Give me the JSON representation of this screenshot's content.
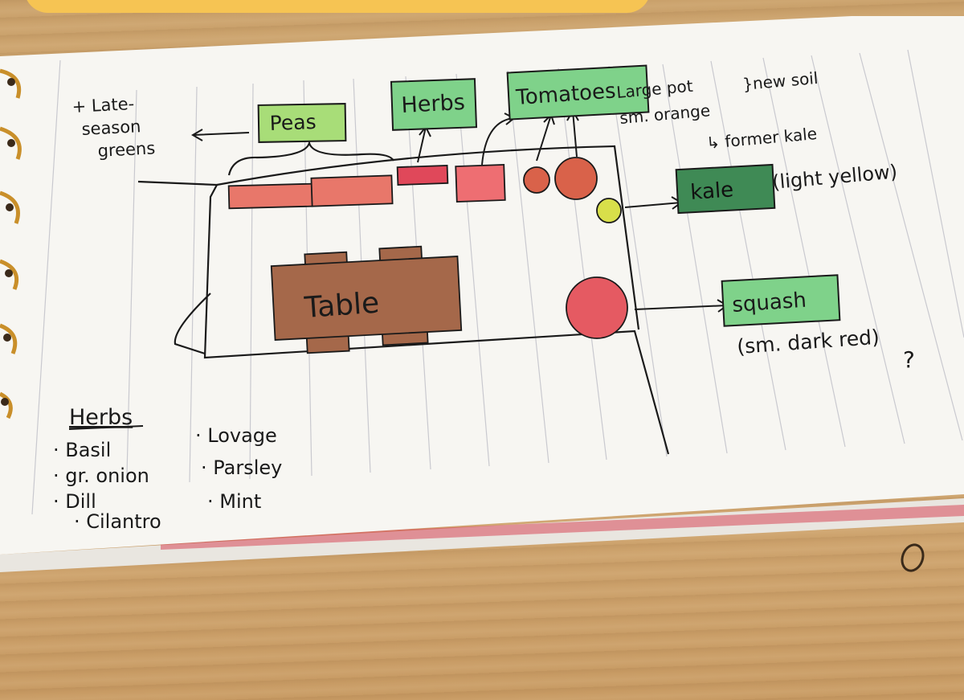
{
  "diagram": {
    "labels": {
      "late_season_line1": "+ Late-",
      "late_season_line2": "season",
      "late_season_line3": "greens",
      "peas": "Peas",
      "herbs": "Herbs",
      "tomatoes": "Tomatoes",
      "large_pot": "Large pot",
      "new_soil": "}new soil",
      "sm_orange": "sm. orange",
      "former_kale": "↳ former kale",
      "kale": "kale",
      "light_yellow": "(light yellow)",
      "table": "Table",
      "squash": "squash",
      "sm_dark_red": "(sm. dark red)",
      "question": "?"
    },
    "herb_list": {
      "heading": "Herbs",
      "col1": [
        "· Basil",
        "· gr. onion",
        "· Dill",
        "· Cilantro"
      ],
      "col2": [
        "· Lovage",
        "· Parsley",
        "· Mint"
      ]
    }
  },
  "colors": {
    "label_green": "#7fd28a",
    "peas_green": "#a8dd78",
    "kale_dark": "#3f8a55",
    "planter_red": "#e8776a",
    "pot_orange": "#d9624a",
    "pot_yellow": "#d8df4a",
    "squash_red": "#e55a62",
    "table_brown": "#a5684a",
    "paper": "#f7f6f2",
    "ink": "#1a1a1a",
    "ring": "#c98f2a"
  }
}
